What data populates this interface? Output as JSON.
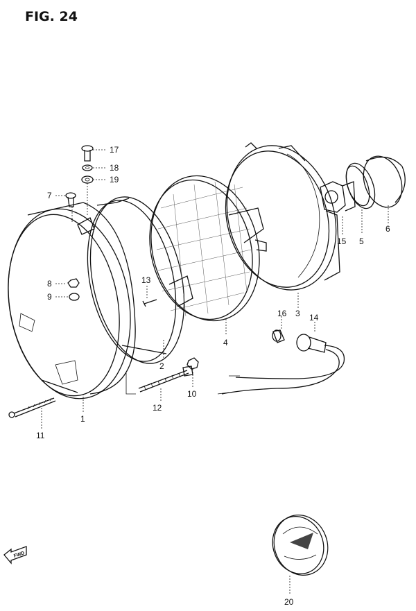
{
  "figure": {
    "title": "FIG. 24"
  },
  "direction_badge": {
    "label": "FWD"
  },
  "callouts": {
    "p1": "1",
    "p2": "2",
    "p3": "3",
    "p4": "4",
    "p5": "5",
    "p6": "6",
    "p7": "7",
    "p8": "8",
    "p9": "9",
    "p10": "10",
    "p11": "11",
    "p12": "12",
    "p13": "13",
    "p14": "14",
    "p15": "15",
    "p16": "16",
    "p17": "17",
    "p18": "18",
    "p19": "19",
    "p20": "20"
  }
}
